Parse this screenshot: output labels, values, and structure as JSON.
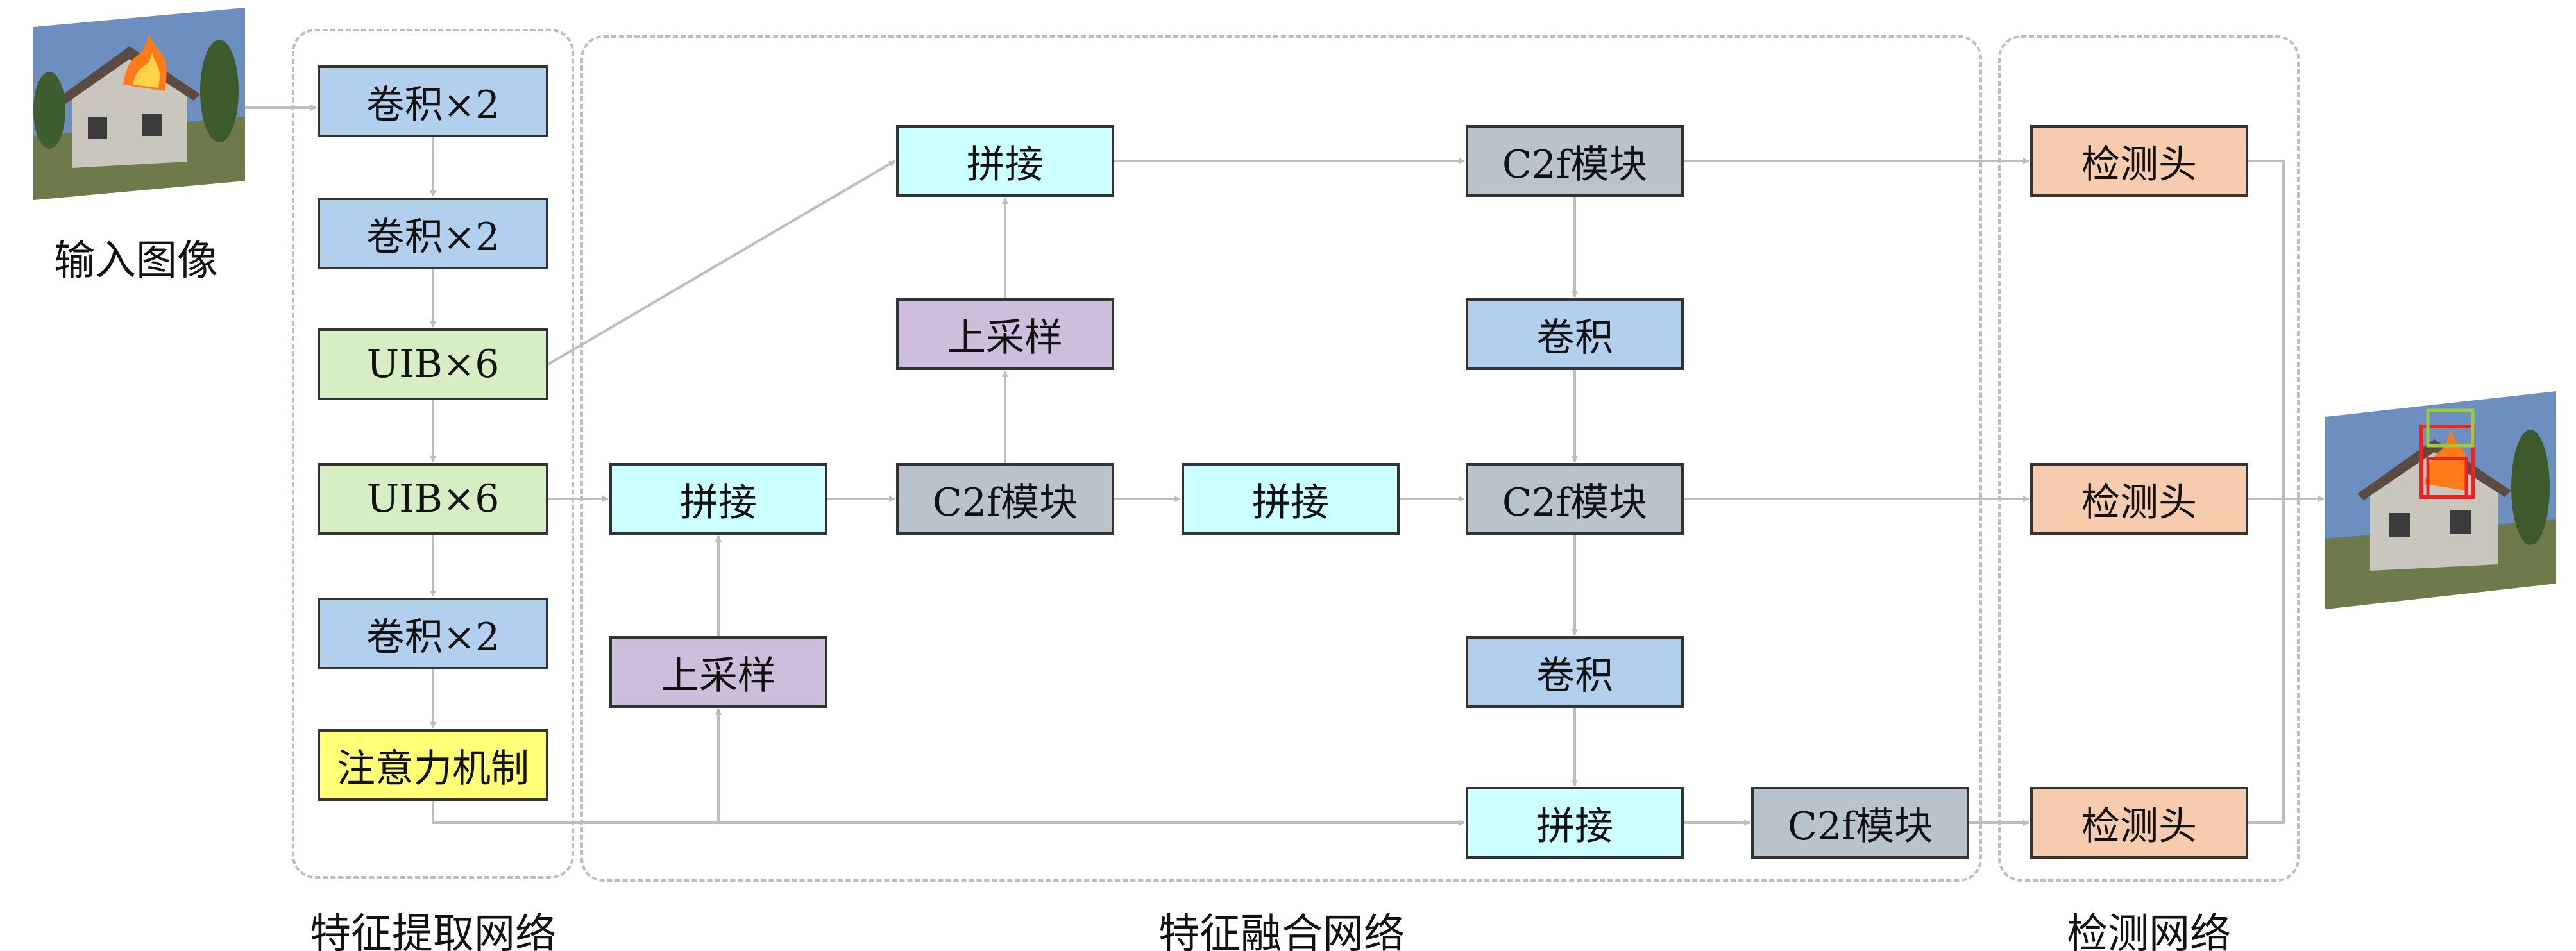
{
  "colors": {
    "conv": "#b3cfee",
    "uib": "#d7eec4",
    "attention": "#ffff77",
    "concat": "#ccffff",
    "upsample": "#cdbfdb",
    "c2f": "#b9c3cc",
    "head": "#f7cbad",
    "edge": "#bdbdbd"
  },
  "input_image": {
    "caption": "输入图像",
    "icon": "burning-house-photo"
  },
  "output_image": {
    "icon": "burning-house-photo-with-detections"
  },
  "groups": {
    "backbone": {
      "label": "特征提取网络"
    },
    "neck": {
      "label": "特征融合网络"
    },
    "head": {
      "label": "检测网络"
    }
  },
  "backbone": {
    "conv1": "卷积×2",
    "conv2": "卷积×2",
    "uib1": "UIB×6",
    "uib2": "UIB×6",
    "conv3": "卷积×2",
    "attention": "注意力机制"
  },
  "neck": {
    "upsample1": "上采样",
    "concat1": "拼接",
    "c2f1": "C2f模块",
    "upsample2": "上采样",
    "concat2": "拼接",
    "concat3": "拼接",
    "c2f_top": "C2f模块",
    "conv_a": "卷积",
    "c2f_mid": "C2f模块",
    "conv_b": "卷积",
    "concat_bottom": "拼接",
    "c2f_bottom": "C2f模块"
  },
  "head": {
    "head1": "检测头",
    "head2": "检测头",
    "head3": "检测头"
  }
}
